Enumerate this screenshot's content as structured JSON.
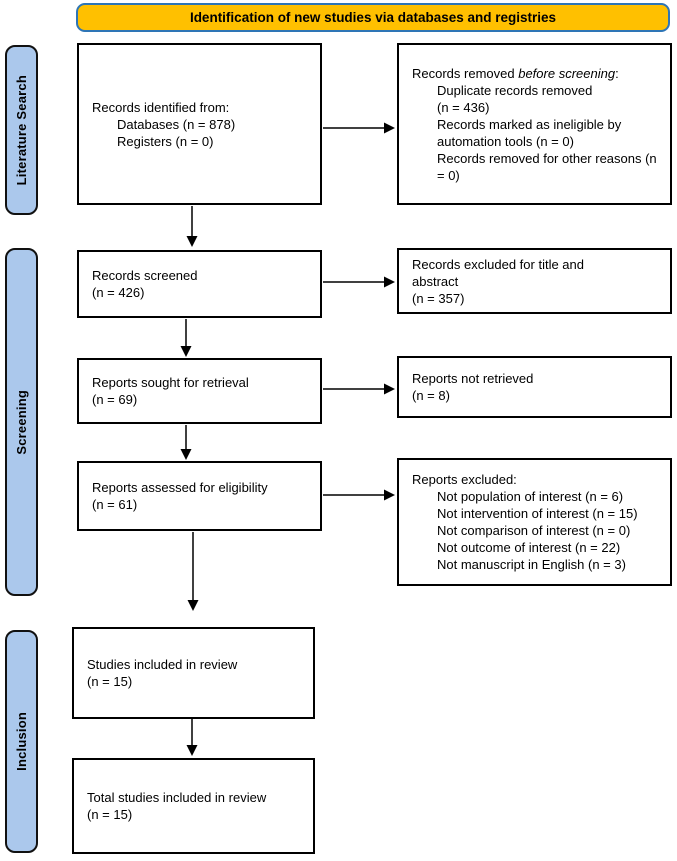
{
  "banner": {
    "label": "Identification of new studies via databases and registries"
  },
  "colors": {
    "banner_fill": "#FFC000",
    "banner_border": "#2E75B6",
    "sidebar_fill": "#ABC8EC",
    "box_border": "#000000"
  },
  "sidebar": {
    "items": [
      {
        "label": "Literature Search"
      },
      {
        "label": "Screening"
      },
      {
        "label": "Inclusion"
      }
    ]
  },
  "flow": {
    "left_boxes": [
      {
        "lines": [
          "Records identified from:",
          "Databases (n = 878)",
          "Registers (n = 0)"
        ]
      },
      {
        "lines": [
          "Records screened",
          "(n = 426)"
        ]
      },
      {
        "lines": [
          "Reports sought for retrieval",
          "(n = 69)"
        ]
      },
      {
        "lines": [
          "Reports assessed for eligibility",
          "(n = 61)"
        ]
      },
      {
        "lines": [
          "Studies included in review",
          "(n = 15)"
        ]
      },
      {
        "lines": [
          "Total studies included in review",
          "(n = 15)"
        ]
      }
    ],
    "right_boxes": [
      {
        "title": {
          "pre": "Records removed ",
          "em": "before screening",
          "post": ":"
        },
        "lines": [
          "Duplicate records removed",
          "(n = 436)",
          "Records marked as ineligible by",
          "automation tools (n = 0)",
          "Records removed for other reasons (n",
          "= 0)"
        ]
      },
      {
        "lines": [
          "Records excluded for title and",
          "abstract",
          "(n = 357)"
        ]
      },
      {
        "lines": [
          "Reports not retrieved",
          "(n = 8)"
        ]
      },
      {
        "lines": [
          "Reports excluded:",
          "Not population of interest (n = 6)",
          "Not intervention of interest (n = 15)",
          "Not comparison of interest (n = 0)",
          "Not outcome of interest (n = 22)",
          "Not manuscript in English (n = 3)"
        ]
      }
    ]
  }
}
